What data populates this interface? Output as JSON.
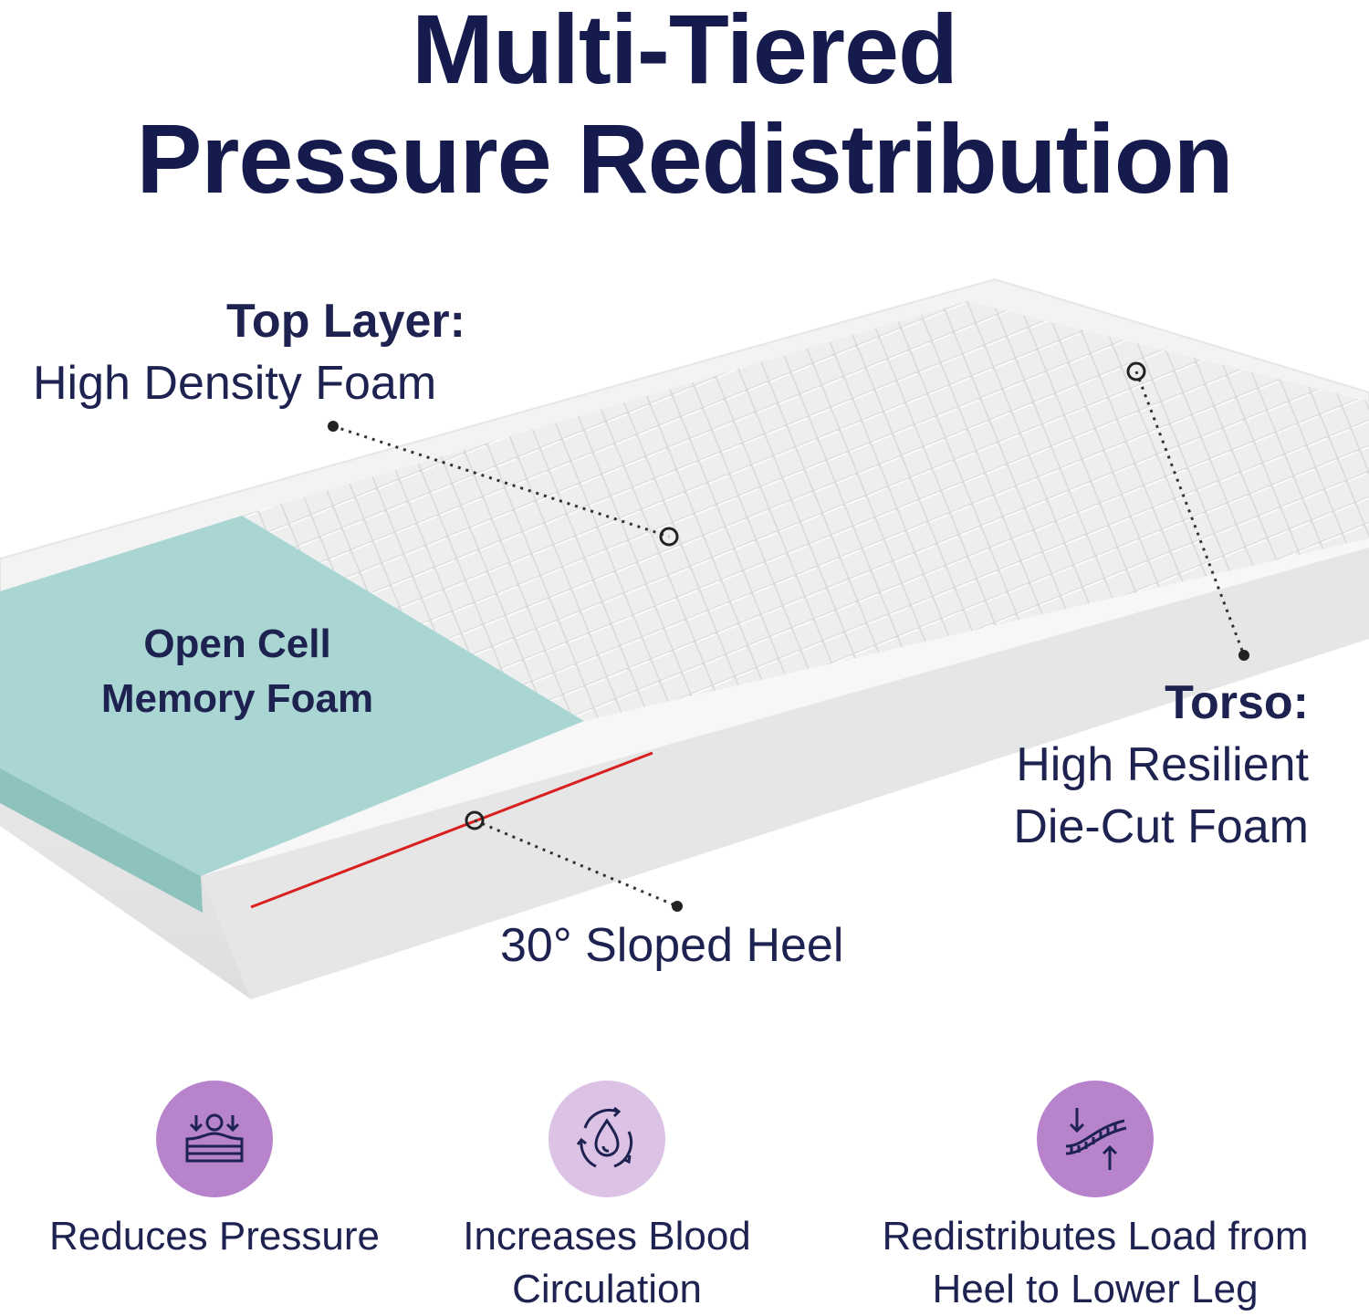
{
  "title": {
    "line1": "Multi-Tiered",
    "line2": "Pressure Redistribution"
  },
  "callouts": {
    "top_layer": {
      "heading": "Top Layer:",
      "text": "High Density Foam"
    },
    "memory_foam": {
      "line1": "Open Cell",
      "line2": "Memory Foam"
    },
    "torso": {
      "heading": "Torso:",
      "line1": "High Resilient",
      "line2": "Die-Cut Foam"
    },
    "heel": {
      "text": "30° Sloped Heel"
    }
  },
  "features": [
    {
      "icon": "pressure-icon",
      "line1": "Reduces Pressure",
      "line2": ""
    },
    {
      "icon": "circulation-icon",
      "line1": "Increases Blood",
      "line2": "Circulation"
    },
    {
      "icon": "load-redistribution-icon",
      "line1": "Redistributes Load from",
      "line2": "Heel to Lower Leg"
    }
  ],
  "colors": {
    "title": "#161b4d",
    "memory_foam": "#a9d6d2",
    "foam": "#f1f1f1",
    "icon_circle_1": "#b784cc",
    "icon_circle_2": "#dcc3e6",
    "icon_circle_3": "#b784cc",
    "heel_line": "#d92020"
  }
}
